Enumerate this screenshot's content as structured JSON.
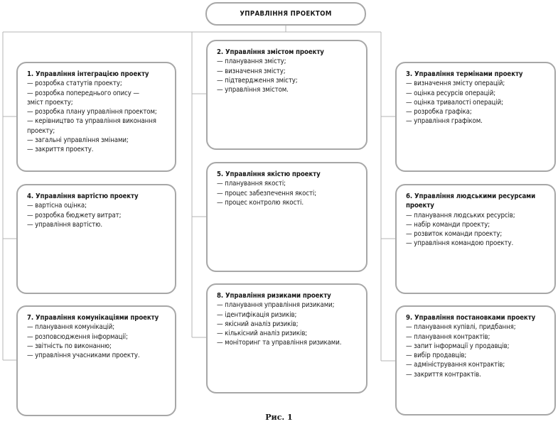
{
  "root": {
    "title": "УПРАВЛІННЯ ПРОЕКТОМ"
  },
  "boxes": [
    {
      "title": "1. Управління інтеграцією проекту",
      "items": [
        "— розробка статутів проекту;",
        "— розробка попереднього опису —",
        "зміст проекту;",
        "— розробка плану управління проектом;",
        "— керівництво та управління виконання",
        "проекту;",
        "— загальні управління змінами;",
        "— закриття проекту."
      ]
    },
    {
      "title": "2. Управління змістом проекту",
      "items": [
        "— планування змісту;",
        "— визначення змісту;",
        "— підтвердження змісту;",
        "— управління змістом."
      ]
    },
    {
      "title": "3. Управління термінами проекту",
      "items": [
        "— визначення змісту операцій;",
        "— оцінка ресурсів операцій;",
        "— оцінка тривалості операцій;",
        "— розробка графіка;",
        "— управління графіком."
      ]
    },
    {
      "title": "4. Управління вартістю проекту",
      "items": [
        "— вартісна оцінка;",
        "— розробка бюджету витрат;",
        "— управління вартістю."
      ]
    },
    {
      "title": "5. Управління якістю проекту",
      "items": [
        "— планування якості;",
        "— процес забезпечення якості;",
        "— процес контролю якості."
      ]
    },
    {
      "title": "6. Управління людськими ресурсами проекту",
      "items": [
        "— планування людських ресурсів;",
        "— набір команди проекту;",
        "— розвиток команди проекту;",
        "— управління командою проекту."
      ]
    },
    {
      "title": "7. Управління комунікаціями проекту",
      "items": [
        "— планування комунікацій;",
        "— розповсюдження інформації;",
        "— звітність по виконанню;",
        "— управління учасниками проекту."
      ]
    },
    {
      "title": "8. Управління ризиками проекту",
      "items": [
        "— планування управління ризиками;",
        "— ідентифікація ризиків;",
        "— якісний аналіз ризиків;",
        "— кількісний аналіз ризиків;",
        "— моніторинг та управління ризиками."
      ]
    },
    {
      "title": "9. Управління постановками проекту",
      "items": [
        "— планування купівлі, придбання;",
        "— планування контрактів;",
        "— запит інформації у продавців;",
        "— вибір продавців;",
        "— адміністрування контрактів;",
        "— закриття контрактів."
      ]
    }
  ],
  "caption": "Рис. 1"
}
